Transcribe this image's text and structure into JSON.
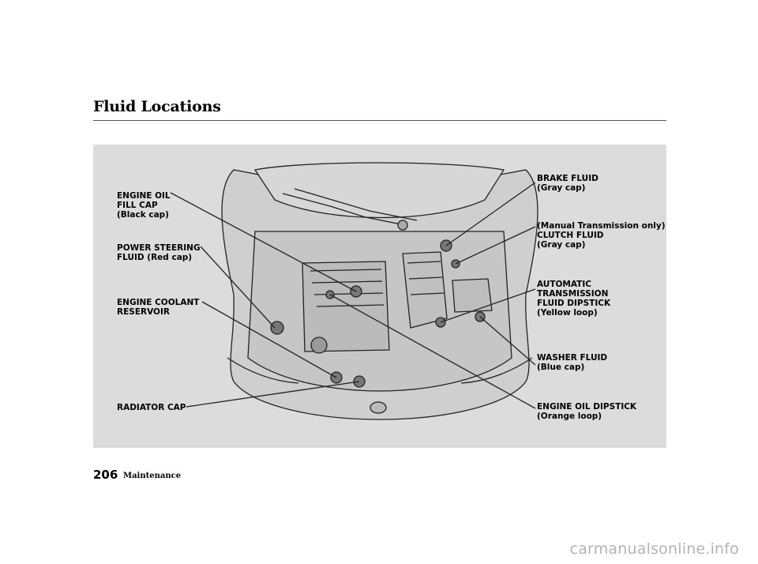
{
  "header": {
    "title": "Fluid Locations"
  },
  "figure": {
    "callouts": [
      {
        "id": "engine-oil-fill-cap",
        "lines": [
          "ENGINE OIL",
          "FILL CAP",
          "(Black cap)"
        ]
      },
      {
        "id": "power-steering-fluid",
        "lines": [
          "POWER STEERING",
          "FLUID (Red cap)"
        ]
      },
      {
        "id": "engine-coolant-reservoir",
        "lines": [
          "ENGINE COOLANT",
          "RESERVOIR"
        ]
      },
      {
        "id": "radiator-cap",
        "lines": [
          "RADIATOR CAP"
        ]
      },
      {
        "id": "brake-fluid",
        "lines": [
          "BRAKE FLUID",
          "(Gray cap)"
        ]
      },
      {
        "id": "clutch-fluid",
        "lines": [
          "(Manual Transmission only)",
          "CLUTCH FLUID",
          "(Gray cap)"
        ]
      },
      {
        "id": "atf-dipstick",
        "lines": [
          "AUTOMATIC",
          "TRANSMISSION",
          "FLUID DIPSTICK",
          "(Yellow loop)"
        ]
      },
      {
        "id": "washer-fluid",
        "lines": [
          "WASHER FLUID",
          "(Blue cap)"
        ]
      },
      {
        "id": "engine-oil-dipstick",
        "lines": [
          "ENGINE OIL DIPSTICK",
          "(Orange loop)"
        ]
      }
    ]
  },
  "footer": {
    "page_number": "206",
    "section": "Maintenance"
  },
  "watermark": "carmanualsonline.info",
  "colors": {
    "panel": "#dcdcdc",
    "line": "#222222",
    "car_fill": "#cfcfcf",
    "watermark": "#b4b4b4"
  }
}
